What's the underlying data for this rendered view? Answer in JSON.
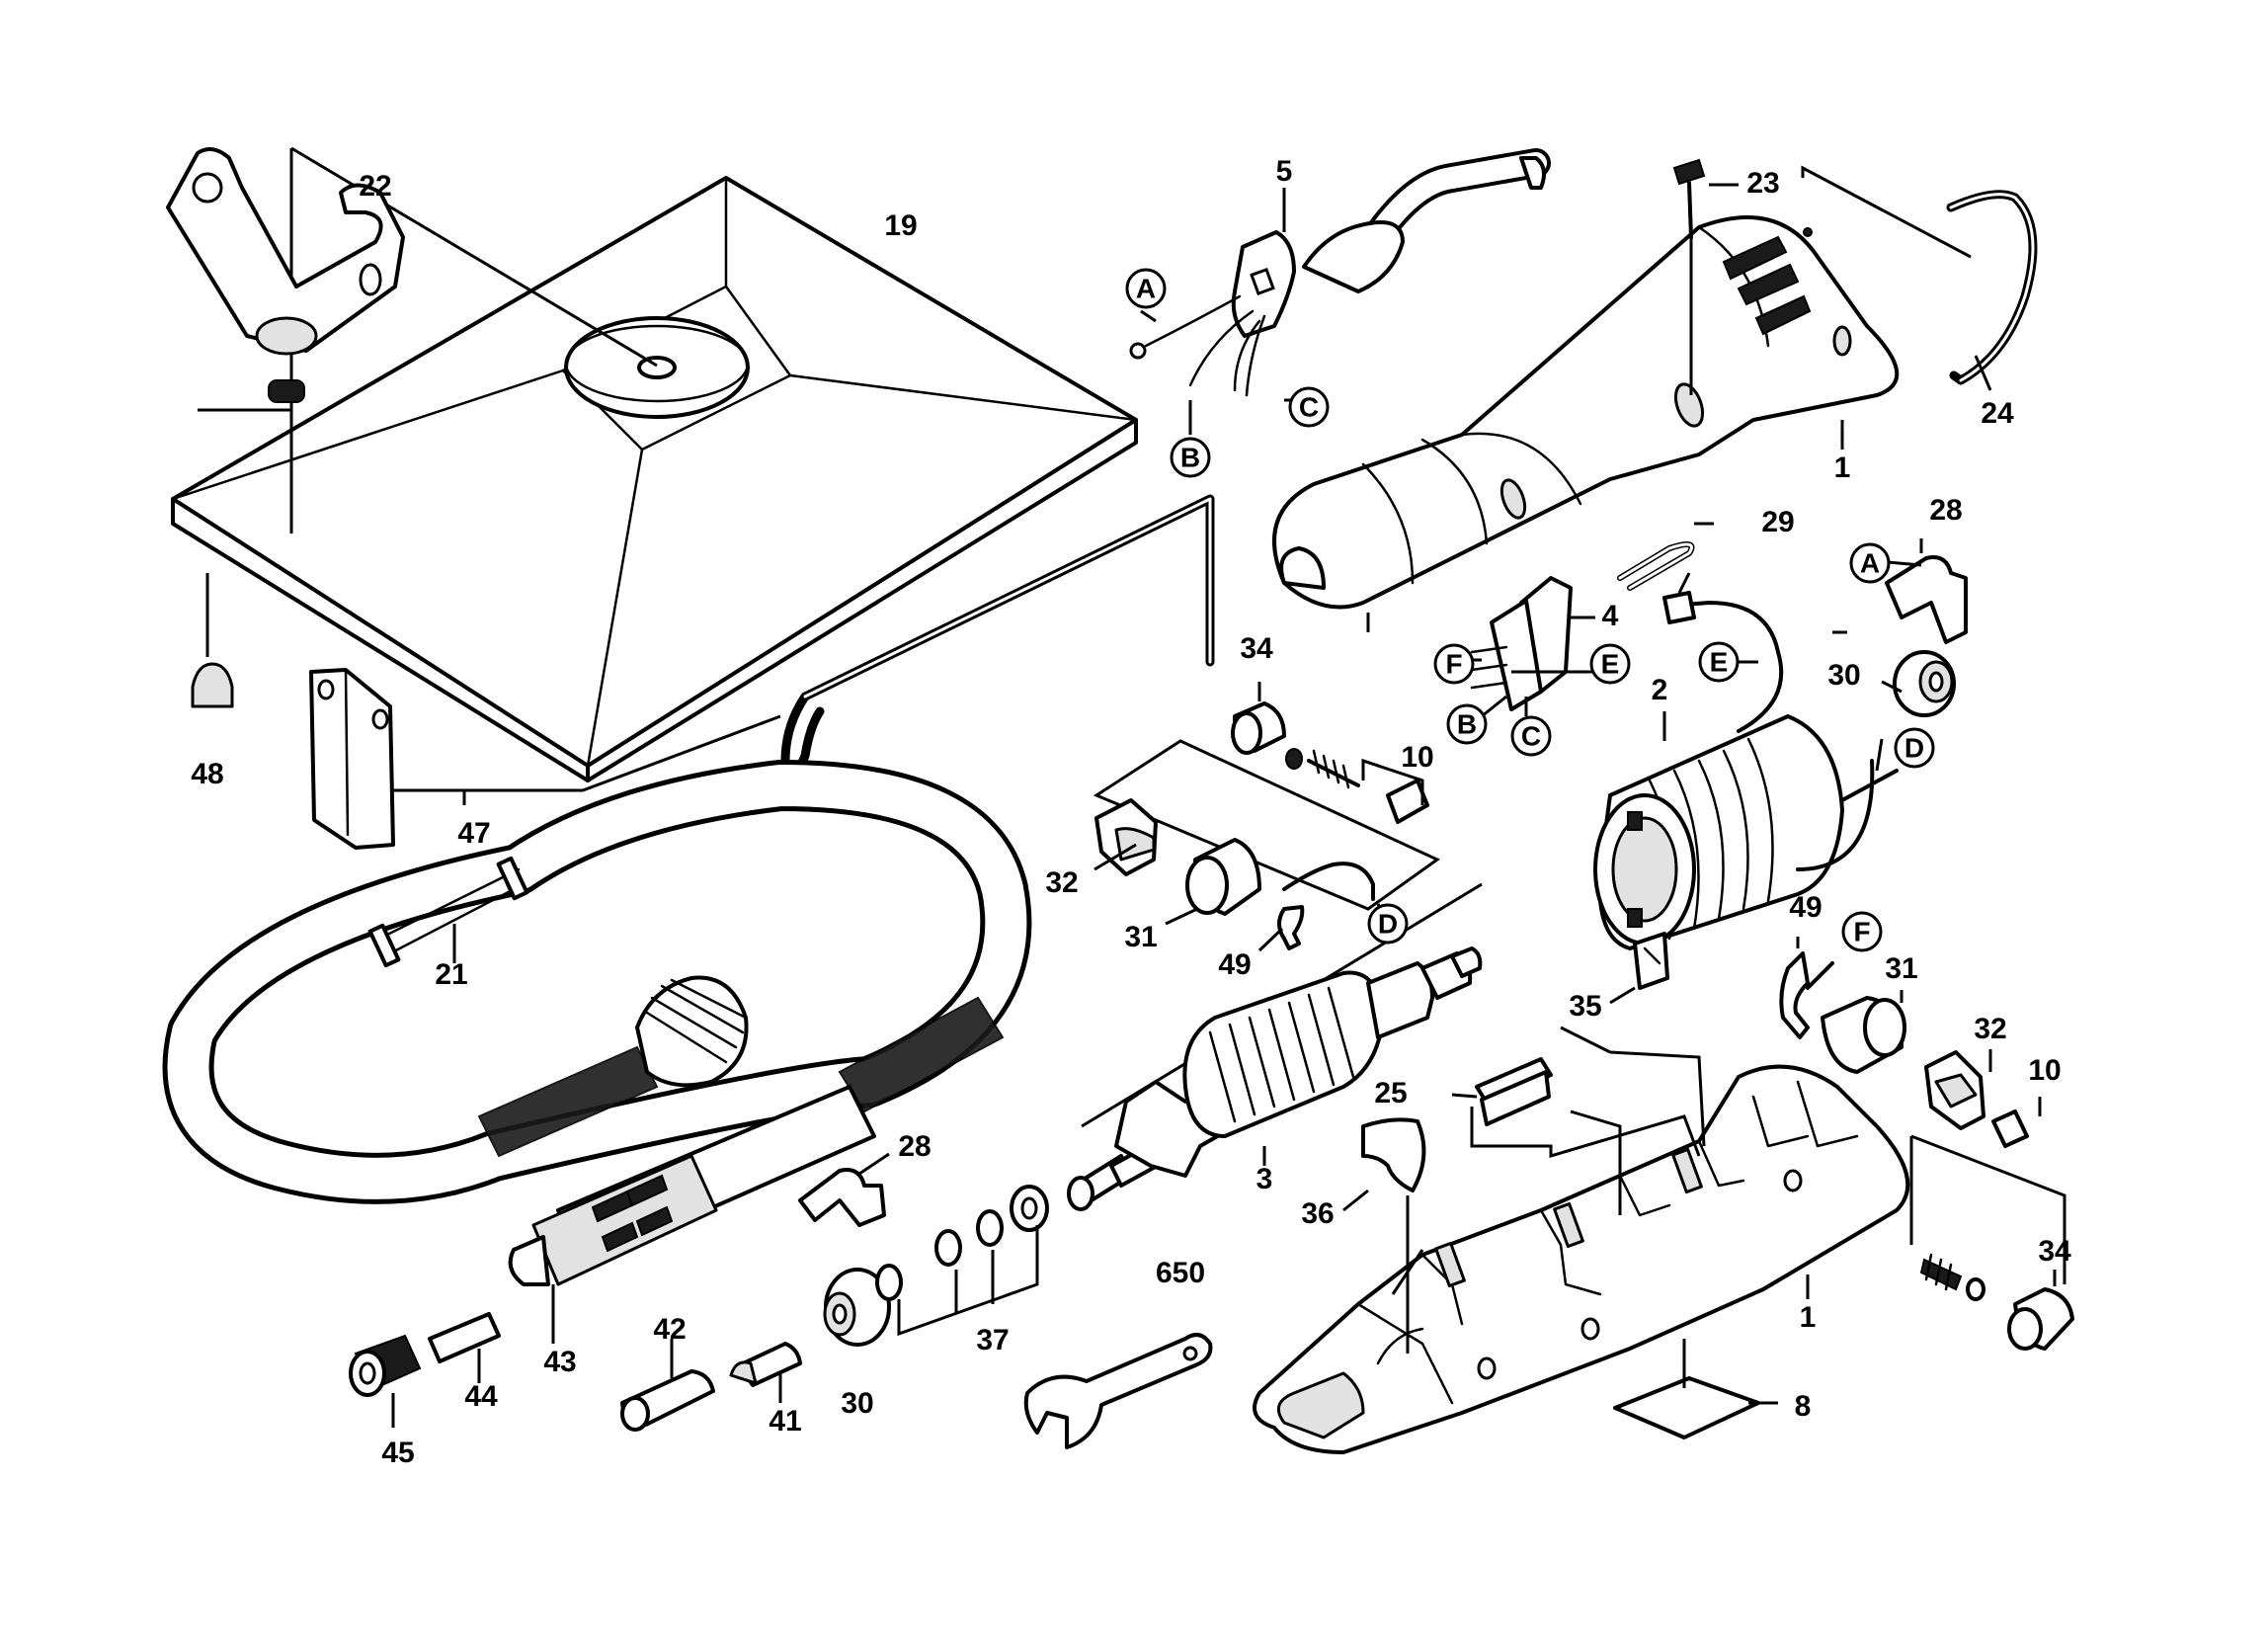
{
  "part_numbers": {
    "p1a": "1",
    "p1b": "1",
    "p2": "2",
    "p3": "3",
    "p4": "4",
    "p5": "5",
    "p8": "8",
    "p10a": "10",
    "p10b": "10",
    "p19": "19",
    "p21": "21",
    "p22": "22",
    "p23": "23",
    "p24": "24",
    "p25": "25",
    "p28a": "28",
    "p28b": "28",
    "p29": "29",
    "p30a": "30",
    "p30b": "30",
    "p31a": "31",
    "p31b": "31",
    "p32a": "32",
    "p32b": "32",
    "p34a": "34",
    "p34b": "34",
    "p35": "35",
    "p36": "36",
    "p37": "37",
    "p41": "41",
    "p42": "42",
    "p43": "43",
    "p44": "44",
    "p45": "45",
    "p47": "47",
    "p48": "48",
    "p49a": "49",
    "p49b": "49",
    "p650": "650"
  },
  "connection_markers": {
    "A1": "A",
    "A2": "A",
    "B1": "B",
    "B2": "B",
    "C1": "C",
    "C2": "C",
    "D1": "D",
    "D2": "D",
    "E1": "E",
    "E2": "E",
    "F1": "F",
    "F2": "F"
  }
}
